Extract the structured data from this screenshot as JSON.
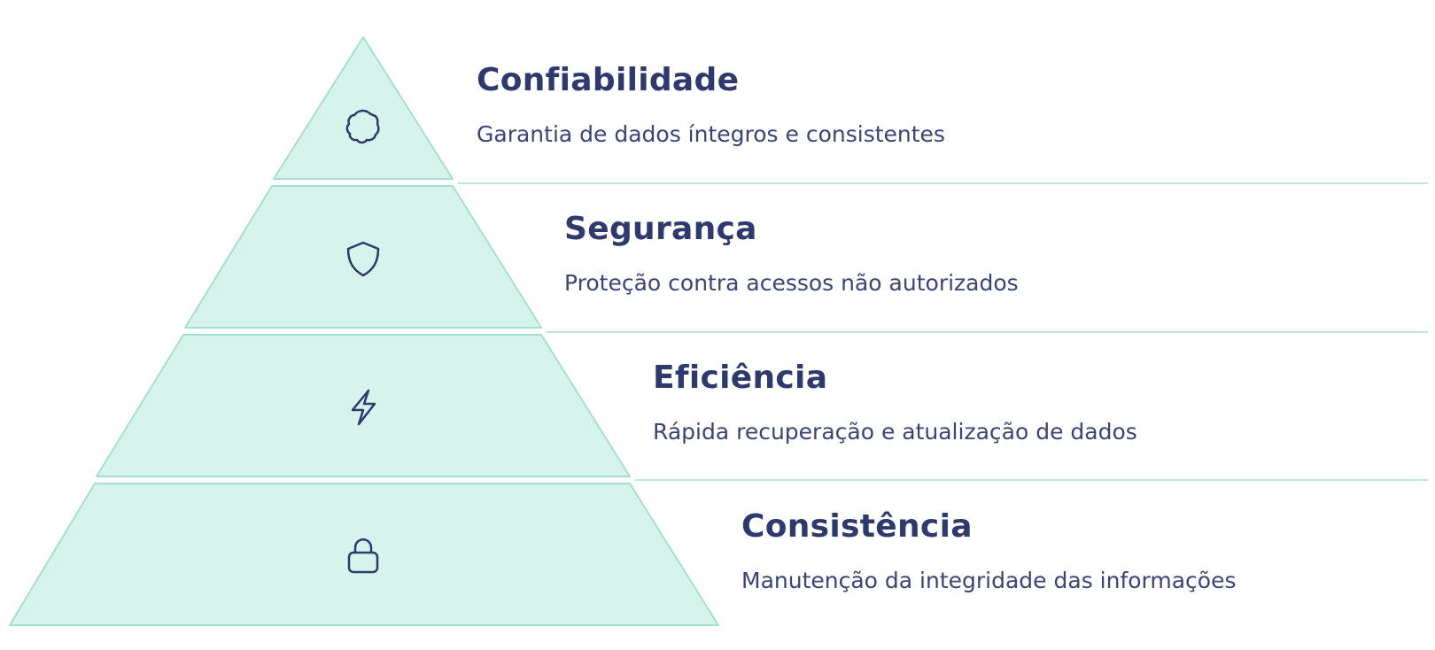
{
  "colors": {
    "tier_fill": "#d6f4ec",
    "tier_stroke": "#a6dfcf",
    "divider": "#bfe6da",
    "title": "#2e3a6e",
    "text": "#3a4575",
    "icon": "#2e3a6e"
  },
  "tiers": [
    {
      "title": "Confiabilidade",
      "description": "Garantia de dados íntegros e consistentes",
      "icon": "badge-icon"
    },
    {
      "title": "Segurança",
      "description": "Proteção contra acessos não autorizados",
      "icon": "shield-icon"
    },
    {
      "title": "Eficiência",
      "description": "Rápida recuperação e atualização de dados",
      "icon": "lightning-icon"
    },
    {
      "title": "Consistência",
      "description": "Manutenção da integridade das informações",
      "icon": "lock-icon"
    }
  ]
}
